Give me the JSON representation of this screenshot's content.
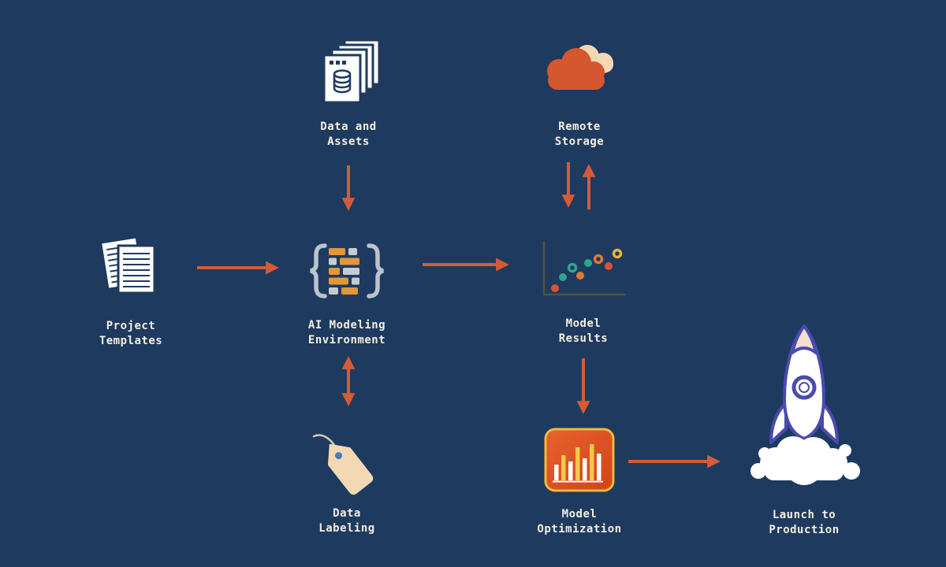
{
  "diagram": {
    "type": "flowchart",
    "nodes": {
      "project_templates": {
        "line1": "Project",
        "line2": "Templates",
        "icon": "paper-documents-icon"
      },
      "data_assets": {
        "line1": "Data and",
        "line2": "Assets",
        "icon": "stacked-data-files-icon"
      },
      "remote_storage": {
        "line1": "Remote",
        "line2": "Storage",
        "icon": "cloud-icon"
      },
      "ai_modeling": {
        "line1": "AI Modeling",
        "line2": "Environment",
        "icon": "code-braces-icon"
      },
      "model_results": {
        "line1": "Model",
        "line2": "Results",
        "icon": "scatter-plot-icon"
      },
      "data_labeling": {
        "line1": "Data",
        "line2": "Labeling",
        "icon": "price-tag-icon"
      },
      "model_optimization": {
        "line1": "Model",
        "line2": "Optimization",
        "icon": "bar-chart-badge-icon"
      },
      "launch_production": {
        "line1": "Launch to",
        "line2": "Production",
        "icon": "rocket-launch-icon"
      }
    },
    "connections": [
      {
        "from": "project_templates",
        "to": "ai_modeling",
        "direction": "right"
      },
      {
        "from": "data_assets",
        "to": "ai_modeling",
        "direction": "down"
      },
      {
        "from": "ai_modeling",
        "to": "model_results",
        "direction": "right"
      },
      {
        "from": "remote_storage",
        "to": "model_results",
        "direction": "down"
      },
      {
        "from": "model_results",
        "to": "remote_storage",
        "direction": "up"
      },
      {
        "from": "ai_modeling",
        "to": "data_labeling",
        "direction": "both"
      },
      {
        "from": "model_results",
        "to": "model_optimization",
        "direction": "down"
      },
      {
        "from": "model_optimization",
        "to": "launch_production",
        "direction": "right"
      }
    ],
    "colors": {
      "background": "#1f3a5f",
      "arrow": "#d45b36",
      "label_text": "#f5efe2",
      "cream": "#f2d9b3",
      "orange_red": "#d4572f",
      "amber": "#e0973a",
      "gray_blue": "#b9c4cd",
      "yellow_border": "#f0b93c",
      "teal": "#2fa58c",
      "scatter_yellow": "#e8b53d",
      "paper_white": "#ffffff",
      "outline_navy": "#1f3a5f",
      "rocket_outline": "#4a4ab0",
      "tag_hole_blue": "#4a7ab5"
    }
  }
}
